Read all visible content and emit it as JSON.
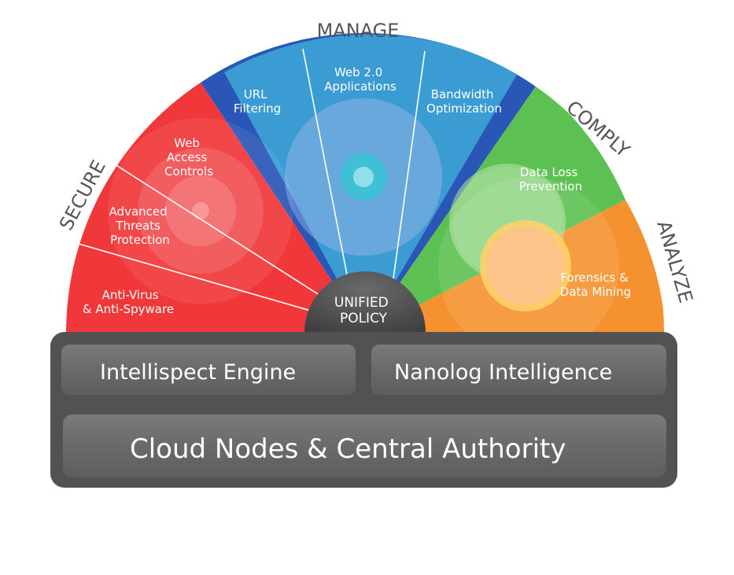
{
  "categories": {
    "secure": "SECURE",
    "manage": "MANAGE",
    "comply": "COMPLY",
    "analyze": "ANALYZE"
  },
  "segments": {
    "anti_virus": [
      "Anti-Virus",
      "& Anti-Spyware"
    ],
    "advanced_threats": [
      "Advanced",
      "Threats",
      "Protection"
    ],
    "web_access": [
      "Web",
      "Access",
      "Controls"
    ],
    "url_filtering": [
      "URL",
      "Filtering"
    ],
    "web20": [
      "Web 2.0",
      "Applications"
    ],
    "bandwidth": [
      "Bandwidth",
      "Optimization"
    ],
    "data_loss": [
      "Data Loss",
      "Prevention"
    ],
    "forensics": [
      "Forensics &",
      "Data Mining"
    ]
  },
  "core": [
    "UNIFIED",
    "POLICY"
  ],
  "panels": {
    "intellispect": "Intellispect Engine",
    "nanolog": "Nanolog Intelligence",
    "cloud": "Cloud Nodes & Central Authority"
  },
  "colors": {
    "secure": "#f0383a",
    "manage": "#3b9bd3",
    "manage_edge": "#2a56b8",
    "comply": "#5cc152",
    "analyze": "#f5922f",
    "base": "#525252",
    "hub": "#4a4a4a"
  }
}
